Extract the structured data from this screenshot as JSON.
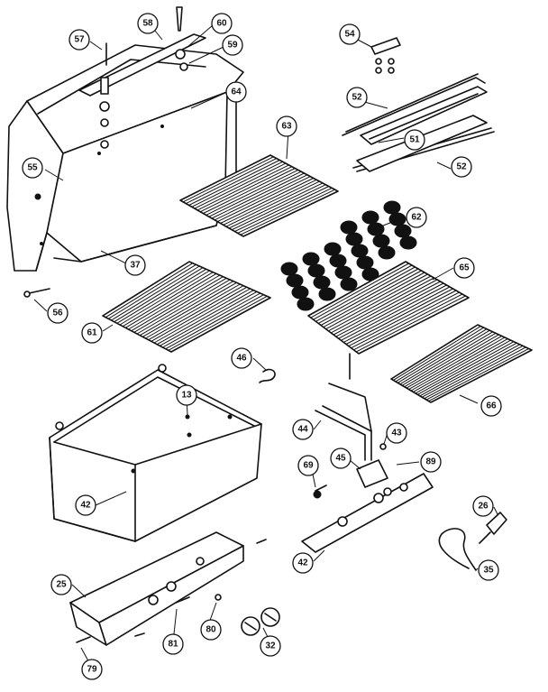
{
  "callouts": [
    {
      "id": "c57",
      "label": "57"
    },
    {
      "id": "c58",
      "label": "58"
    },
    {
      "id": "c60",
      "label": "60"
    },
    {
      "id": "c59",
      "label": "59"
    },
    {
      "id": "c54",
      "label": "54"
    },
    {
      "id": "c64",
      "label": "64"
    },
    {
      "id": "c52a",
      "label": "52"
    },
    {
      "id": "c55",
      "label": "55"
    },
    {
      "id": "c63",
      "label": "63"
    },
    {
      "id": "c51",
      "label": "51"
    },
    {
      "id": "c52b",
      "label": "52"
    },
    {
      "id": "c62",
      "label": "62"
    },
    {
      "id": "c37",
      "label": "37"
    },
    {
      "id": "c65",
      "label": "65"
    },
    {
      "id": "c56",
      "label": "56"
    },
    {
      "id": "c61",
      "label": "61"
    },
    {
      "id": "c46",
      "label": "46"
    },
    {
      "id": "c66",
      "label": "66"
    },
    {
      "id": "c13",
      "label": "13"
    },
    {
      "id": "c44",
      "label": "44"
    },
    {
      "id": "c43",
      "label": "43"
    },
    {
      "id": "c45",
      "label": "45"
    },
    {
      "id": "c89",
      "label": "89"
    },
    {
      "id": "c69",
      "label": "69"
    },
    {
      "id": "c42a",
      "label": "42"
    },
    {
      "id": "c26",
      "label": "26"
    },
    {
      "id": "c42b",
      "label": "42"
    },
    {
      "id": "c25",
      "label": "25"
    },
    {
      "id": "c35",
      "label": "35"
    },
    {
      "id": "c80",
      "label": "80"
    },
    {
      "id": "c81",
      "label": "81"
    },
    {
      "id": "c32",
      "label": "32"
    },
    {
      "id": "c79",
      "label": "79"
    }
  ]
}
